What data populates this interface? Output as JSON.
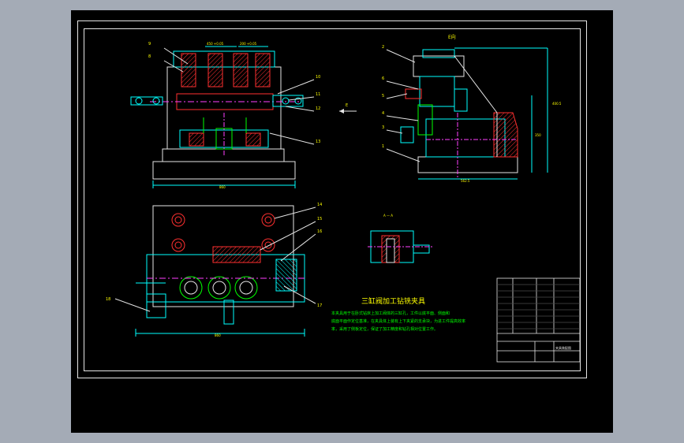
{
  "drawing": {
    "title": "三缸阀加工钻铣夹具",
    "view_label_a": "E向",
    "view_arrow_label": "E",
    "section_label": "A — A",
    "notes_lines": [
      "本夹具用于在卧式钻床上加工阀体的三缸孔，工件以底平面、侧面和",
      "底面平面作定位基准，在夹具体上装有上下夹紧的支承块，为进工件提高效率",
      "率，采用了侧板定位，保证了加工精度和钻孔相对位置工作。"
    ],
    "part_numbers_front": [
      "9",
      "8",
      "10",
      "11",
      "12",
      "13"
    ],
    "part_numbers_side": [
      "2",
      "6",
      "5",
      "4",
      "3",
      "1"
    ],
    "part_numbers_top": [
      "14",
      "15",
      "16",
      "17"
    ],
    "part_number_top_left": "18",
    "dimensions": {
      "front_width": "860",
      "top_width": "860",
      "side_width": "562.5",
      "side_height_total": "400.5",
      "side_height_inner": "350",
      "front_top_left": "450 +0.05",
      "front_top_right": "200 +0.05"
    },
    "title_block": {
      "drawing_name": "夹具装配图"
    },
    "colors": {
      "cyan": "#00ffff",
      "green": "#00ff00",
      "red": "#ff3030",
      "magenta": "#ff40ff",
      "white": "#e6e6e6",
      "yellow": "#ffff00",
      "blue": "#4080ff"
    }
  }
}
